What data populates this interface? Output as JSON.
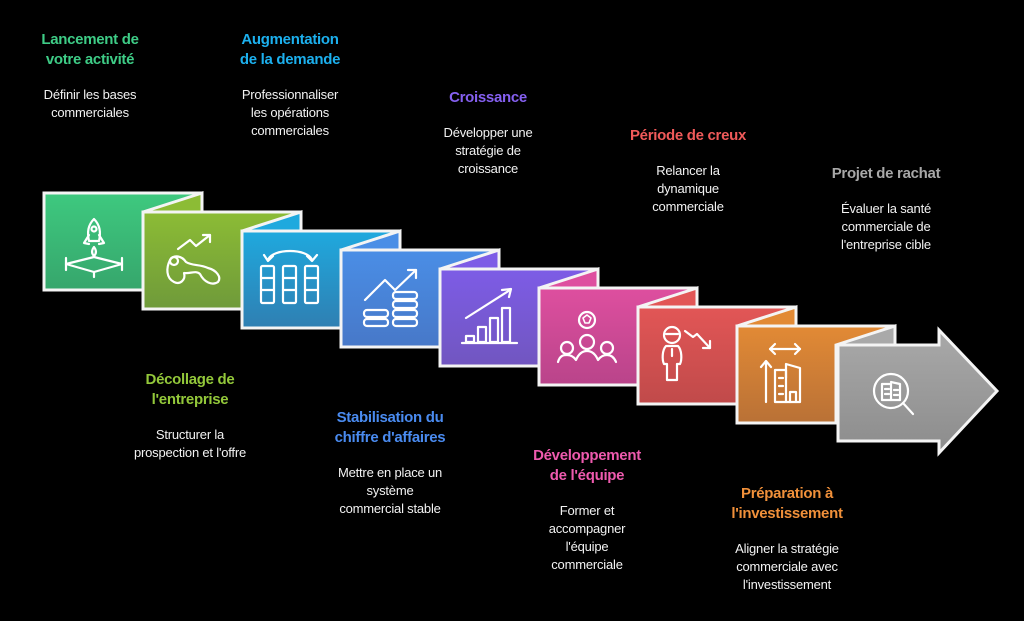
{
  "diagram": {
    "type": "folded-ribbon timeline",
    "stages": [
      {
        "title": "Lancement de\nvotre activité",
        "desc": "Définir les bases\ncommerciales",
        "color": "#3ec97f",
        "color_end": "#36a66c",
        "icon": "rocket-launch-icon"
      },
      {
        "title": "Décollage de\nl'entreprise",
        "desc": "Structurer la\nprospection et l'offre",
        "color": "#8cbc35",
        "color_end": "#6f9a3a",
        "icon": "growth-climber-icon"
      },
      {
        "title": "Augmentation\nde la demande",
        "desc": "Professionnaliser\nles opérations\ncommerciales",
        "color": "#1fa9de",
        "color_end": "#2f7fb2",
        "icon": "data-exchange-grid-icon"
      },
      {
        "title": "Stabilisation du\nchiffre d'affaires",
        "desc": "Mettre en place un\nsystème\ncommercial stable",
        "color": "#4a8ee6",
        "color_end": "#4778c8",
        "icon": "coins-growth-icon"
      },
      {
        "title": "Croissance",
        "desc": "Développer une\nstratégie de\ncroissance",
        "color": "#7d5ce6",
        "color_end": "#7156c0",
        "icon": "bar-chart-growth-icon"
      },
      {
        "title": "Développement\nde l'équipe",
        "desc": "Former et\naccompagner\nl'équipe\ncommerciale",
        "color": "#de4f9f",
        "color_end": "#b9448a",
        "icon": "team-icon"
      },
      {
        "title": "Période de creux",
        "desc": "Relancer la\ndynamique\ncommerciale",
        "color": "#e25656",
        "color_end": "#c04a4a",
        "icon": "person-decline-icon"
      },
      {
        "title": "Préparation à\nl'investissement",
        "desc": "Aligner la stratégie\ncommerciale avec\nl'investissement",
        "color": "#e28a35",
        "color_end": "#b97136",
        "icon": "building-expansion-icon"
      },
      {
        "title": "Projet de rachat",
        "desc": "Évaluer la santé\ncommerciale de\nl'entreprise cible",
        "color": "#a7a7a7",
        "color_end": "#8e8e8e",
        "icon": "building-search-icon"
      }
    ]
  },
  "title_colors": [
    "#3ecc86",
    "#93c83a",
    "#1cb0ee",
    "#4a8bf0",
    "#8560f0",
    "#ee5aae",
    "#f05a5a",
    "#f0903a",
    "#a8a8a8"
  ]
}
